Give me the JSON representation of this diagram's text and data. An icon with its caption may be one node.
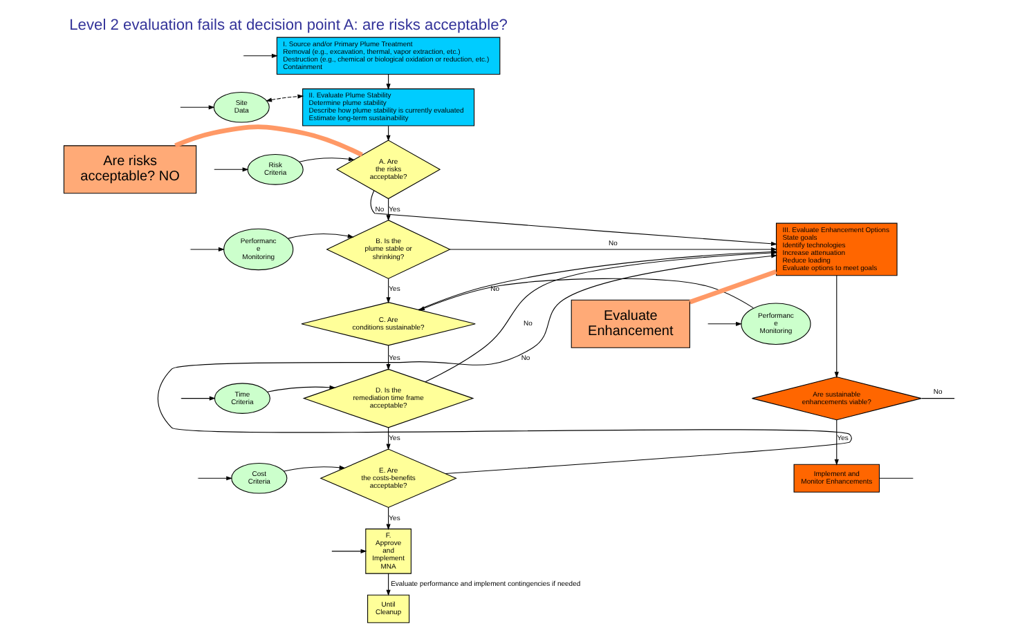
{
  "diagram": {
    "title": "Level 2 evaluation fails at decision point A: are risks acceptable?",
    "nodes": [
      {
        "text": [
          "I. Source and/or Primary Plume Treatment",
          "Removal (e.g., excavation, thermal, vapor extraction, etc.)",
          "Destruction (e.g., chemical or biological oxidation or reduction, etc.)",
          "Containment"
        ]
      },
      {
        "text": [
          "II. Evaluate Plume Stability",
          "Determine plume stability",
          "Describe how plume stability is currently evaluated",
          "Estimate long-term sustainability"
        ]
      },
      {
        "text": [
          "Site Data"
        ]
      },
      {
        "text": [
          "Risk Criteria"
        ]
      },
      {
        "text": [
          "A. Are the risks acceptable?"
        ]
      },
      {
        "text": [
          "III. Evaluate Enhancement Options",
          "State goals",
          "Identify technologies",
          "Increase attenuation",
          "Reduce loading",
          "Evaluate options to meet goals"
        ]
      },
      {
        "text": [
          "Performanc e Monitoring"
        ]
      },
      {
        "text": [
          "B. Is the plume stable or shrinking?"
        ]
      },
      {
        "text": [
          "Performanc e Monitoring"
        ]
      },
      {
        "text": [
          "C. Are conditions sustainable?"
        ]
      },
      {
        "text": [
          "Are sustainable enhancements viable?"
        ]
      },
      {
        "text": [
          "Time Criteria"
        ]
      },
      {
        "text": [
          "D. Is the remediation time frame acceptable?"
        ]
      },
      {
        "text": [
          "Implement and Monitor Enhancements"
        ]
      },
      {
        "text": [
          "Cost Criteria"
        ]
      },
      {
        "text": [
          "E. Are the costs-benefits acceptable?"
        ]
      },
      {
        "text": [
          "F. Approve and Implement MNA"
        ]
      },
      {
        "text": [
          "Until Cleanup"
        ]
      },
      {
        "text": [
          "Are risks acceptable? NO"
        ]
      },
      {
        "text": [
          "Evaluate Enhancement"
        ]
      }
    ],
    "edges": [
      {
        "from": null,
        "to": 0,
        "arrow": "to"
      },
      {
        "from": 0,
        "to": 1,
        "arrow": "to"
      },
      {
        "from": null,
        "to": 2,
        "arrow": "to"
      },
      {
        "from": 2,
        "to": 1,
        "arrow": "both",
        "style": "dashed"
      },
      {
        "from": 1,
        "to": 4,
        "arrow": "to"
      },
      {
        "from": null,
        "to": 3,
        "arrow": "to"
      },
      {
        "from": 3,
        "to": 4,
        "arrow": "to"
      },
      {
        "from": 4,
        "to": 5,
        "arrow": "to",
        "label": "No"
      },
      {
        "from": 4,
        "to": 7,
        "arrow": "to",
        "label": "Yes"
      },
      {
        "from": null,
        "to": 6,
        "arrow": "to"
      },
      {
        "from": 6,
        "to": 7,
        "arrow": "to"
      },
      {
        "from": 7,
        "to": 5,
        "arrow": "to",
        "label": "No"
      },
      {
        "from": 7,
        "to": 9,
        "arrow": "to",
        "label": "Yes"
      },
      {
        "from": null,
        "to": 8,
        "arrow": "to"
      },
      {
        "from": 8,
        "to": 9,
        "arrow": "to"
      },
      {
        "from": 9,
        "to": 5,
        "arrow": "to",
        "label": "No"
      },
      {
        "from": 9,
        "to": 12,
        "arrow": "to",
        "label": "Yes"
      },
      {
        "from": 5,
        "to": 10,
        "arrow": "to"
      },
      {
        "from": 10,
        "to": null,
        "arrow": "none",
        "label": "No"
      },
      {
        "from": 10,
        "to": 13,
        "arrow": "to",
        "label": "Yes"
      },
      {
        "from": 13,
        "to": null,
        "arrow": "none"
      },
      {
        "from": null,
        "to": 11,
        "arrow": "to"
      },
      {
        "from": 11,
        "to": 12,
        "arrow": "to"
      },
      {
        "from": 12,
        "to": 5,
        "arrow": "to",
        "label": "No"
      },
      {
        "from": 12,
        "to": 15,
        "arrow": "to",
        "label": "Yes"
      },
      {
        "from": null,
        "to": 14,
        "arrow": "to"
      },
      {
        "from": 14,
        "to": 15,
        "arrow": "to"
      },
      {
        "from": 15,
        "to": 5,
        "arrow": "to",
        "label": "No"
      },
      {
        "from": 15,
        "to": 16,
        "arrow": "to",
        "label": "Yes"
      },
      {
        "from": null,
        "to": 16,
        "arrow": "to"
      },
      {
        "from": 16,
        "to": 17,
        "arrow": "to",
        "label": "Evaluate performance and implement contingencies if needed"
      },
      {
        "from": 18,
        "to": 4,
        "arrow": "none",
        "style": "thick",
        "color": "#ff9966"
      },
      {
        "from": 19,
        "to": 5,
        "arrow": "none",
        "style": "thick",
        "color": "#ff9966"
      }
    ]
  }
}
